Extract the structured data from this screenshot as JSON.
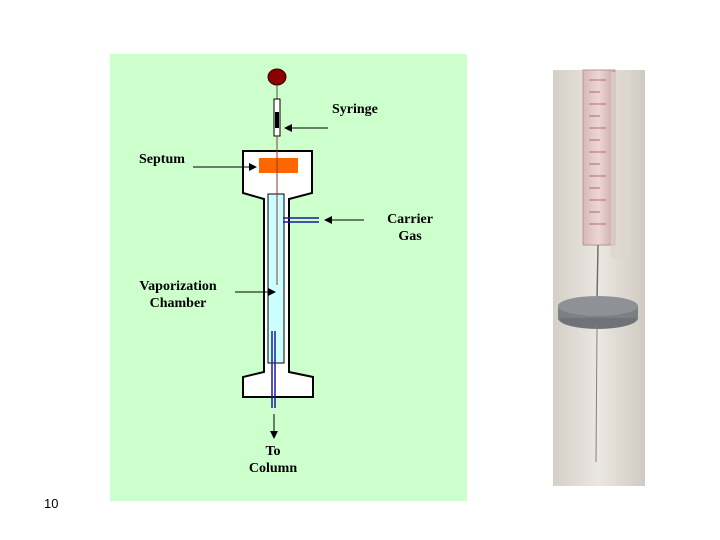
{
  "labels": {
    "syringe": "Syringe",
    "septum": "Septum",
    "carrier_gas_line1": "Carrier",
    "carrier_gas_line2": "Gas",
    "vaporization_line1": "Vaporization",
    "vaporization_line2": "Chamber",
    "to_column_line1": "To",
    "to_column_line2": "Column"
  },
  "slide_number": "10",
  "colors": {
    "panel_background": "#ccffcc",
    "septum": "#ff6600",
    "plunger_knob": "#8b0000",
    "vaporization_chamber": "#ccffff",
    "tubing": "#1a1aa0"
  }
}
